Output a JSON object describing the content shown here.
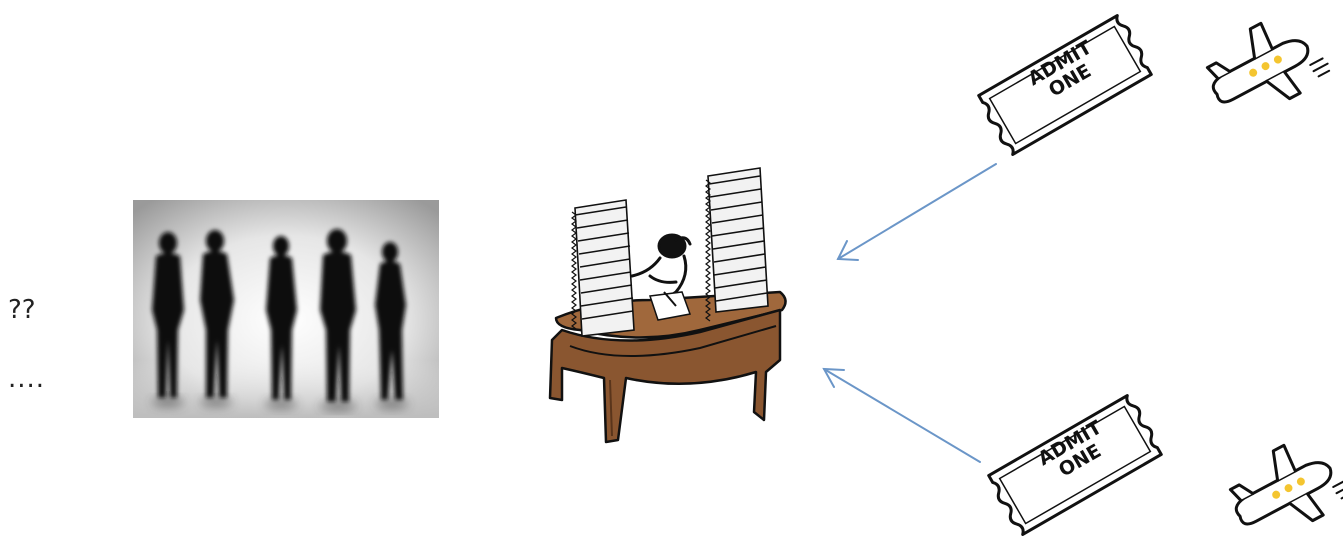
{
  "left_text": {
    "line1": "??",
    "line2": "...."
  },
  "tickets": [
    {
      "line1": "ADMIT",
      "line2": "ONE"
    },
    {
      "line1": "ADMIT",
      "line2": "ONE"
    }
  ],
  "colors": {
    "arrow": "#6b96c8",
    "desk": "#a0683c",
    "desk_dark": "#6e4424",
    "paper": "#f2f2f2",
    "plane_window": "#f4c530"
  },
  "icons": [
    "people-queue-icon",
    "clerk-desk-icon",
    "ticket-icon",
    "airplane-icon"
  ]
}
